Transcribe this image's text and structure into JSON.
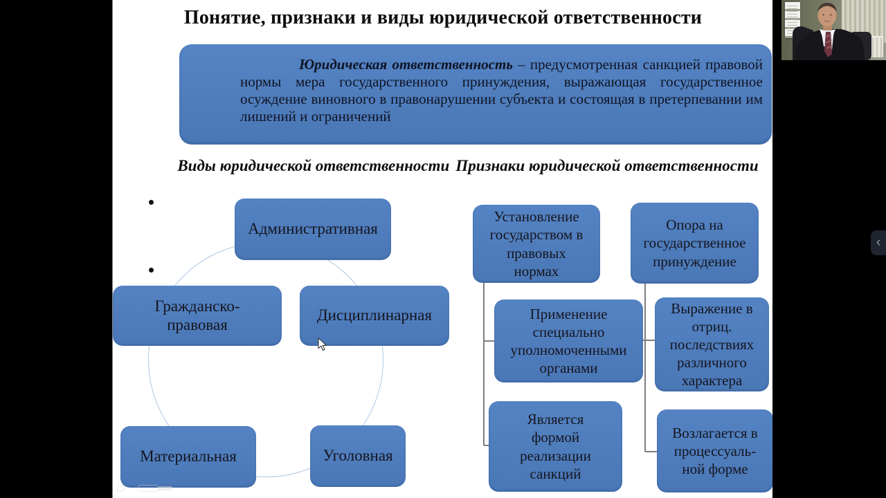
{
  "window": {
    "collapse_chevron": "‹"
  },
  "slide": {
    "title": "Понятие, признаки и виды юридической ответственности",
    "definition": {
      "term": "Юридическая ответственность",
      "body": " – предусмотренная санкцией правовой нормы мера государственного принуждения, выражающая государственное осуждение виновного в правонарушении субъекта и состоящая в претерпевании им лишений и ограничений"
    },
    "subtitle": {
      "left": "Виды юридической ответственности",
      "right": "Признаки юридической ответственности"
    },
    "types": [
      "Административная",
      "Гражданско-\nправовая",
      "Дисциплинарная",
      "Материальная",
      "Уголовная"
    ],
    "features": [
      "Установление\nгосударством в\nправовых\nнормах",
      "Опора на\nгосударственное\nпринуждение",
      "Применение\nспециально\nуполномоченными\nорганами",
      "Выражение в\nотриц.\nпоследствиях\nразличного\nхарактера",
      "Является\nформой\nреализации\nсанкций",
      "Возлагается в\nпроцессуаль-\nной форме"
    ],
    "colors": {
      "box_blue": "#4d7cbc",
      "slide_bg": "#ffffff",
      "connector_gray": "#7d7d7d",
      "circle_accent": "#aec8e6"
    }
  }
}
